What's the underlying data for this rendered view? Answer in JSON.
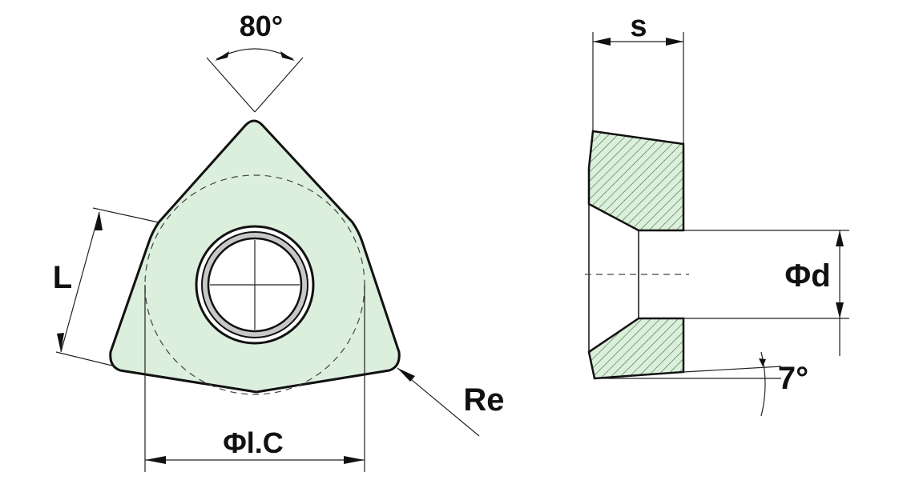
{
  "labels": {
    "point_angle": "80°",
    "edge_length": "L",
    "corner_radius": "Re",
    "inscribed_circle": "Φl.C",
    "thickness": "s",
    "hole_diameter": "Φd",
    "clearance_angle": "7°"
  },
  "colors": {
    "insert_fill": "#dcefdc",
    "hatch": "#3a6b3a",
    "outline": "#111111"
  }
}
